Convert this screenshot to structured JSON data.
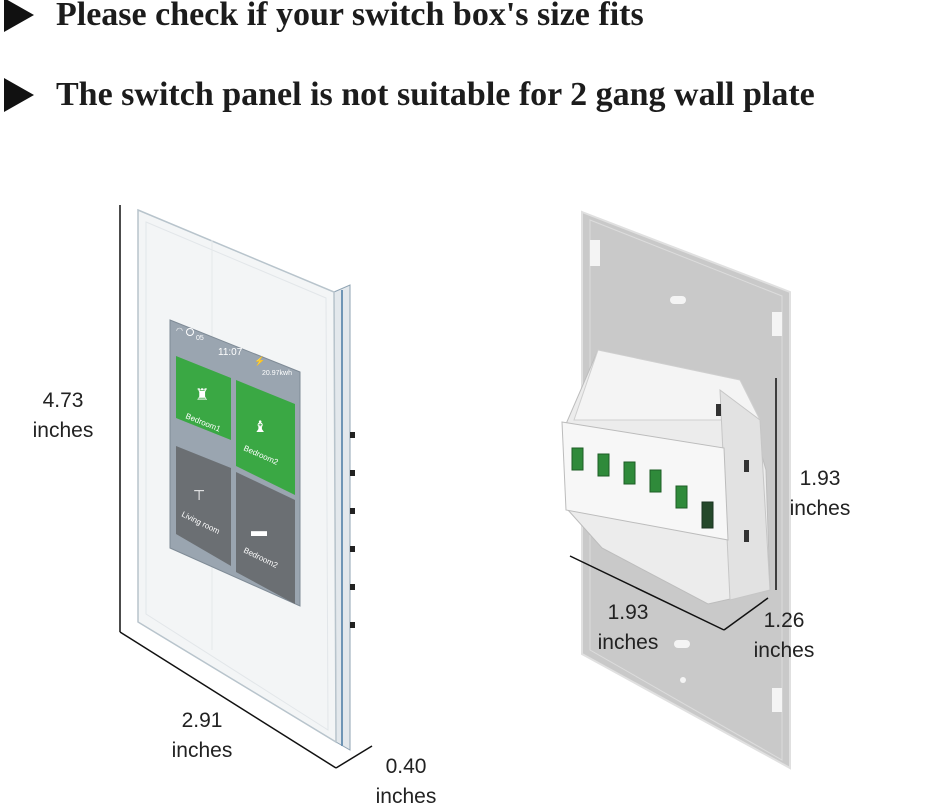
{
  "headlines": [
    "Please check if your switch box's size fits",
    "The switch panel is not suitable for 2 gang wall plate"
  ],
  "screen": {
    "status_code": "05",
    "time": "11:07",
    "energy": "20.97kwh",
    "tiles": [
      "Bedroom1",
      "Bedroom2",
      "Living room",
      "Bedroom2"
    ]
  },
  "dimensions": {
    "height": {
      "value": "4.73",
      "unit": "inches"
    },
    "width": {
      "value": "2.91",
      "unit": "inches"
    },
    "depth": {
      "value": "0.40",
      "unit": "inches"
    },
    "box_height": {
      "value": "1.93",
      "unit": "inches"
    },
    "box_width": {
      "value": "1.93",
      "unit": "inches"
    },
    "box_depth": {
      "value": "1.26",
      "unit": "inches"
    }
  },
  "colors": {
    "tile_green": "#3aa844",
    "tile_gray": "#6b6f73",
    "screen_bg": "#9aa5b0",
    "panel_glass": "#f1f3f4",
    "back_plate": "#c9c9c9"
  }
}
